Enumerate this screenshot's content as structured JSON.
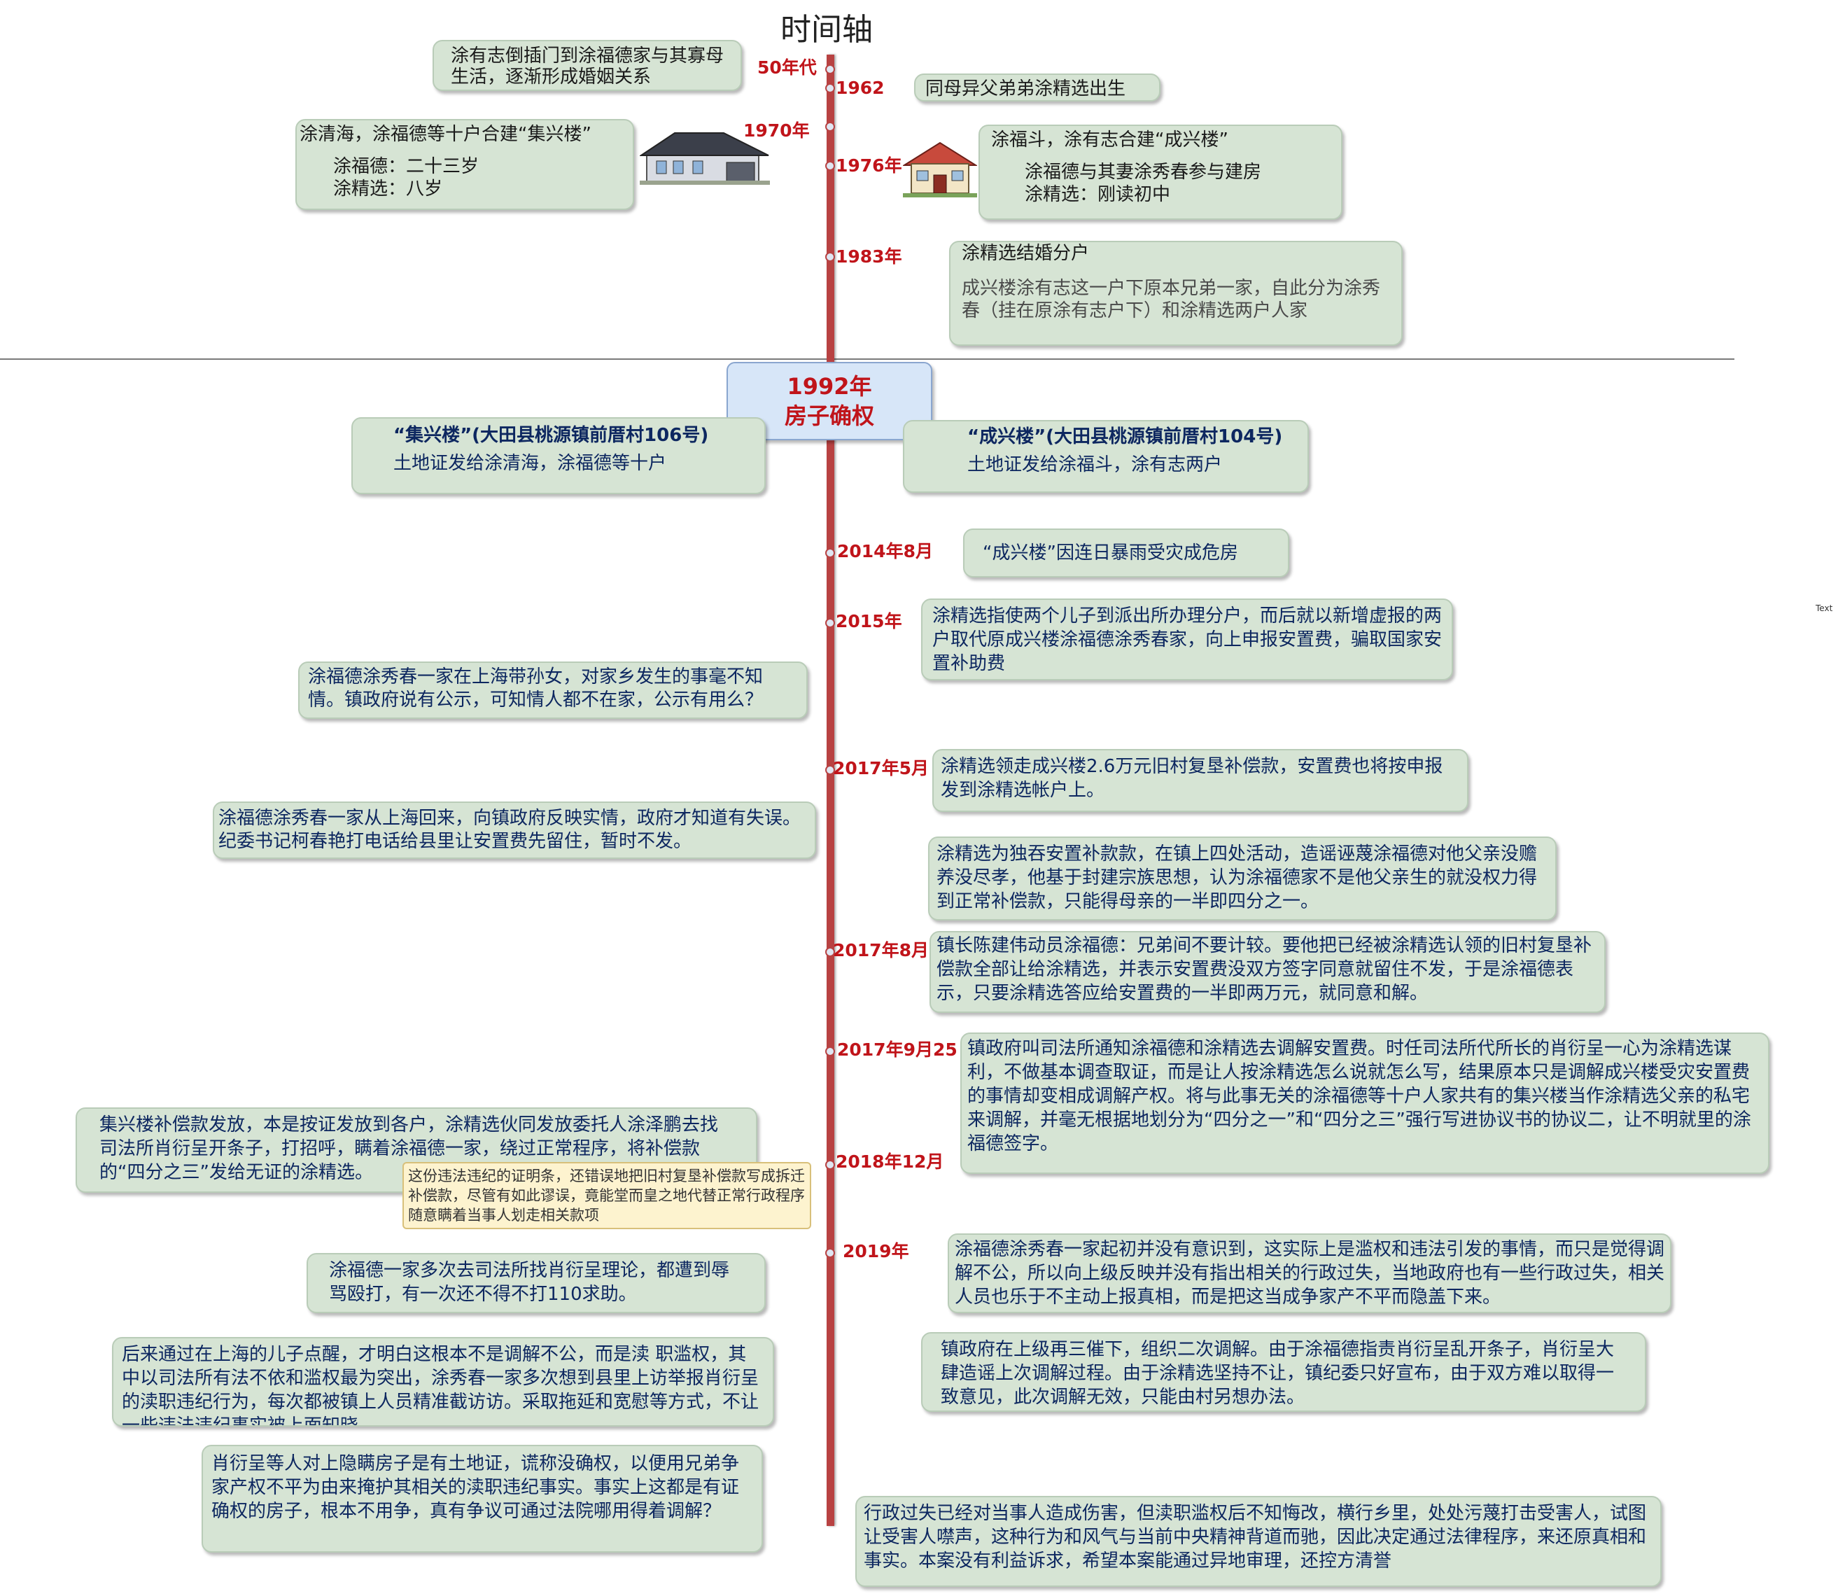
{
  "title": "时间轴",
  "side_label": "Text",
  "center_node": {
    "line1": "1992年",
    "line2": "房子确权"
  },
  "years": {
    "y50s": "50年代",
    "y1962": "1962",
    "y1970": "1970年",
    "y1976": "1976年",
    "y1983": "1983年",
    "y2014": "2014年8月",
    "y2015": "2015年",
    "y2017_5": "2017年5月",
    "y2017_8": "2017年8月",
    "y2017_9": "2017年9月25",
    "y2018_12": "2018年12月",
    "y2019": "2019年"
  },
  "boxes": {
    "b50s": "涂有志倒插门到涂福德家与其寡母生活，逐渐形成婚姻关系",
    "b1962": "同母异父弟弟涂精选出生",
    "b1970": {
      "l1": "涂清海，涂福德等十户合建“集兴楼”",
      "l2": "涂福德：二十三岁",
      "l3": "涂精选：八岁"
    },
    "b1976": {
      "l1": "涂福斗，涂有志合建“成兴楼”",
      "l2": "涂福德与其妻涂秀春参与建房",
      "l3": "涂精选：刚读初中"
    },
    "b1983": {
      "l1": "涂精选结婚分户",
      "l2": "成兴楼涂有志这一户下原本兄弟一家，自此分为涂秀春（挂在原涂有志户下）和涂精选两户人家"
    },
    "b1992l": {
      "l1": "“集兴楼”(大田县桃源镇前厝村106号)",
      "l2": "土地证发给涂清海，涂福德等十户"
    },
    "b1992r": {
      "l1": "“成兴楼”(大田县桃源镇前厝村104号)",
      "l2": "土地证发给涂福斗，涂有志两户"
    },
    "b2014": "“成兴楼”因连日暴雨受灾成危房",
    "b2015": "涂精选指使两个儿子到派出所办理分户，而后就以新增虚报的两户取代原成兴楼涂福德涂秀春家，向上申报安置费，骗取国家安置补助费",
    "bL1": "涂福德涂秀春一家在上海带孙女，对家乡发生的事毫不知情。镇政府说有公示，可知情人都不在家，公示有用么？",
    "b2017_5": "涂精选领走成兴楼2.6万元旧村复垦补偿款，安置费也将按申报发到涂精选帐户上。",
    "bL2": "涂福德涂秀春一家从上海回来，向镇政府反映实情，政府才知道有失误。纪委书记柯春艳打电话给县里让安置费先留住，暂时不发。",
    "bR1": "涂精选为独吞安置补款款，在镇上四处活动，造谣诬蔑涂福德对他父亲没赡养没尽孝，他基于封建宗族思想，认为涂福德家不是他父亲生的就没权力得到正常补偿款，只能得母亲的一半即四分之一。",
    "b2017_8": "镇长陈建伟动员涂福德：兄弟间不要计较。要他把已经被涂精选认领的旧村复垦补偿款全部让给涂精选，并表示安置费没双方签字同意就留住不发，于是涂福德表示，只要涂精选答应给安置费的一半即两万元，就同意和解。",
    "b2017_9": "镇政府叫司法所通知涂福德和涂精选去调解安置费。时任司法所代所长的肖衍呈一心为涂精选谋利，不做基本调查取证，而是让人按涂精选怎么说就怎么写，结果原本只是调解成兴楼受灾安置费的事情却变相成调解产权。将与此事无关的涂福德等十户人家共有的集兴楼当作涂精选父亲的私宅来调解，并毫无根据地划分为“四分之一”和“四分之三”强行写进协议书的协议二，让不明就里的涂福德签字。",
    "bL3": "集兴楼补偿款发放，本是按证发放到各户，涂精选伙同发放委托人涂泽鹏去找司法所肖衍呈开条子，打招呼，瞒着涂福德一家，绕过正常程序，将补偿款的“四分之三”发给无证的涂精选。",
    "note": "这份违法违纪的证明条，还错误地把旧村复垦补偿款写成拆迁补偿款，尽管有如此谬误，竟能堂而皇之地代替正常行政程序随意瞒着当事人划走相关款项",
    "b2019": "涂福德涂秀春一家起初并没有意识到，这实际上是滥权和违法引发的事情，而只是觉得调解不公，所以向上级反映并没有指出相关的行政过失，当地政府也有一些行政过失，相关人员也乐于不主动上报真相，而是把这当成争家产不平而隐盖下来。",
    "bL4": "涂福德一家多次去司法所找肖衍呈理论，都遭到辱骂殴打，有一次还不得不打110求助。",
    "bR2": "镇政府在上级再三催下，组织二次调解。由于涂福德指责肖衍呈乱开条子，肖衍呈大肆造谣上次调解过程。由于涂精选坚持不让，镇纪委只好宣布，由于双方难以取得一致意见，此次调解无效，只能由村另想办法。",
    "bL5": "后来通过在上海的儿子点醒，才明白这根本不是调解不公，而是渎 职滥权，其中以司法所有法不依和滥权最为突出，涂秀春一家多次想到县里上访举报肖衍呈的渎职违纪行为，每次都被镇上人员精准截访访。采取拖延和宽慰等方式，不让一些违法违纪事实被上面知晓。",
    "bL6": "肖衍呈等人对上隐瞒房子是有土地证，谎称没确权，以便用兄弟争家产权不平为由来掩护其相关的渎职违纪事实。事实上这都是有证确权的房子，根本不用争，真有争议可通过法院哪用得着调解？",
    "bR3": "行政过失已经对当事人造成伤害，但渎职滥权后不知悔改，横行乡里，处处污蔑打击受害人，试图让受害人噤声，这种行为和风气与当前中央精神背道而驰，因此决定通过法律程序，来还原真相和事实。本案没有利益诉求，希望本案能通过异地审理，还控方清誉"
  }
}
